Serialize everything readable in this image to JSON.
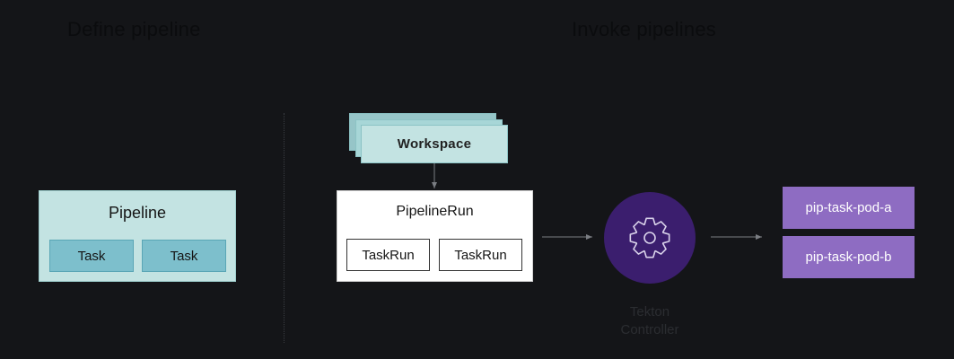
{
  "headings": {
    "define": "Define pipeline",
    "invoke": "Invoke pipelines"
  },
  "pipeline": {
    "title": "Pipeline",
    "tasks": [
      "Task",
      "Task"
    ]
  },
  "workspace": {
    "label": "Workspace"
  },
  "pipelinerun": {
    "title": "PipelineRun",
    "taskruns": [
      "TaskRun",
      "TaskRun"
    ]
  },
  "controller": {
    "line1": "Tekton",
    "line2": "Controller",
    "icon": "gear-icon"
  },
  "pods": [
    "pip-task-pod-a",
    "pip-task-pod-b"
  ],
  "colors": {
    "background": "#141518",
    "pipeline_fill": "#c3e3e2",
    "task_fill": "#7dbfcc",
    "controller_fill": "#3b1e6e",
    "pod_fill": "#8e6cc2"
  }
}
